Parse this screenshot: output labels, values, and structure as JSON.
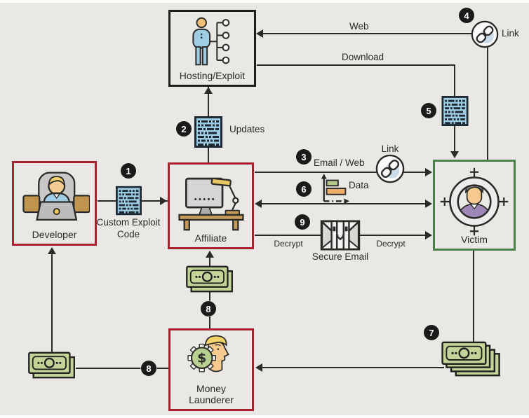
{
  "nodes": {
    "hosting": {
      "label": "Hosting/Exploit"
    },
    "developer": {
      "label": "Developer"
    },
    "affiliate": {
      "label": "Affiliate"
    },
    "victim": {
      "label": "Victim"
    },
    "launderer": {
      "label": "Money Launderer"
    }
  },
  "steps": {
    "s1": {
      "num": "1",
      "label": "Custom Exploit Code"
    },
    "s2": {
      "num": "2",
      "label": "Updates"
    },
    "s3": {
      "num": "3",
      "label": "Email / Web"
    },
    "s4": {
      "num": "4",
      "label": "Link"
    },
    "s5": {
      "num": "5"
    },
    "s6": {
      "num": "6",
      "label": "Data"
    },
    "s7": {
      "num": "7"
    },
    "s8": {
      "num": "8"
    },
    "s9": {
      "num": "9",
      "label": "Secure Email"
    }
  },
  "edge_labels": {
    "web": "Web",
    "download": "Download",
    "link": "Link",
    "decrypt": "Decrypt"
  },
  "colors": {
    "background": "#e9e8e5",
    "line": "#2a2a28",
    "badge_black": "#1b1b19",
    "border_red": "#ab2030",
    "border_green": "#4a8148",
    "border_black": "#1d1d1b",
    "exploit_code_blue": "#9fcde4",
    "money_green": "#c2d498",
    "chart_bar_orange": "#f0b06a",
    "chart_bar_green": "#b8c98c"
  }
}
